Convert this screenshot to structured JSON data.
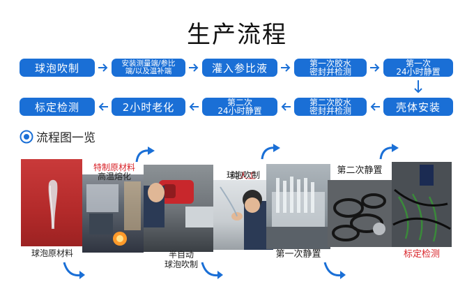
{
  "title": "生产流程",
  "steps": [
    {
      "id": "s1",
      "text": "球泡吹制"
    },
    {
      "id": "s2",
      "text": "安装测量端/参比\n端/以及温补端"
    },
    {
      "id": "s3",
      "text": "灌入参比液"
    },
    {
      "id": "s4",
      "text": "第一次胶水\n密封并检测"
    },
    {
      "id": "s5",
      "text": "第一次\n24小时静置"
    },
    {
      "id": "s6",
      "text": "壳体安装"
    },
    {
      "id": "s7",
      "text": "第二次胶水\n密封并检测"
    },
    {
      "id": "s8",
      "text": "第二次\n24小时静置"
    },
    {
      "id": "s9",
      "text": "2小时老化"
    },
    {
      "id": "s10",
      "text": "标定检测"
    }
  ],
  "section_title": "流程图一览",
  "photo_labels": {
    "raw": "球泡原材料",
    "special_prefix": "特制原材料",
    "special_suffix": "高温熔化",
    "semi": "半自动\n球泡吹制",
    "pure_1": "纯",
    "pure_2": "人工",
    "pure_3": "球泡吹制",
    "first_rest": "第一次静置",
    "second_rest": "第二次静置",
    "calib": "标定检测"
  },
  "colors": {
    "step_blue": "#1a6fd6",
    "accent_red": "#d8242a",
    "icon_blue": "#1a6fd6"
  }
}
